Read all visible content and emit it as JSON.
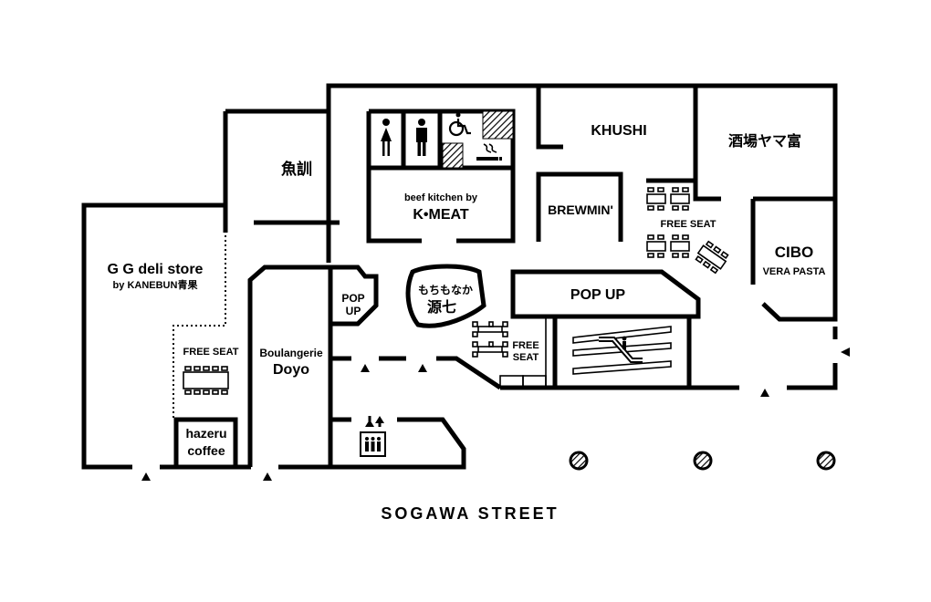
{
  "street": "SOGAWA STREET",
  "stores": {
    "uokun": "魚訓",
    "gg_deli_name": "G G deli store",
    "gg_deli_sub": "by KANEBUN青果",
    "kmeat_sub": "beef kitchen by",
    "kmeat_name": "K•MEAT",
    "khushi": "KHUSHI",
    "yamatomi": "酒場ヤマ富",
    "brewmin": "BREWMIN'",
    "cibo_name": "CIBO",
    "cibo_sub": "VERA PASTA",
    "popup_small_1": "POP",
    "popup_small_2": "UP",
    "genshichi_sub": "もちもなか",
    "genshichi_name": "源七",
    "popup_large": "POP UP",
    "boulangerie_sub": "Boulangerie",
    "boulangerie_name": "Doyo",
    "hazeru_1": "hazeru",
    "hazeru_2": "coffee"
  },
  "seating": {
    "free_seat_left": "FREE SEAT",
    "free_seat_top_right": "FREE SEAT",
    "free_seat_mid_1": "FREE",
    "free_seat_mid_2": "SEAT"
  },
  "icons": [
    "female-restroom-icon",
    "male-restroom-icon",
    "wheelchair-icon",
    "smoking-area-icon",
    "elevator-icon",
    "escalator-icon",
    "entrance-arrow-icon",
    "bollard-icon"
  ]
}
